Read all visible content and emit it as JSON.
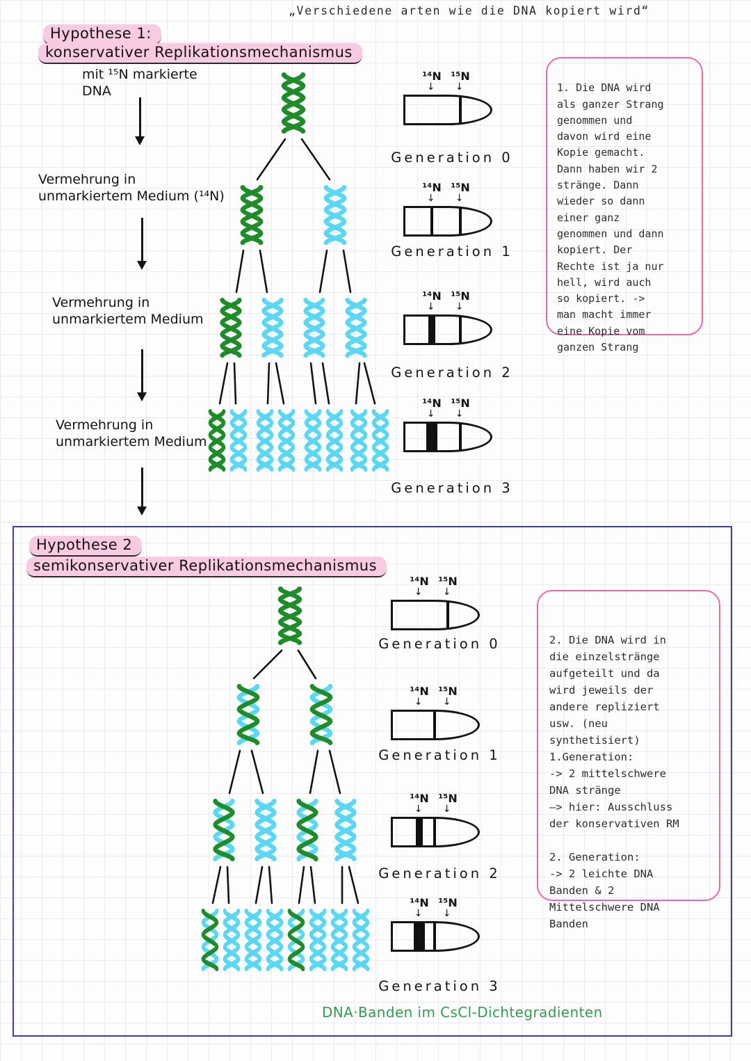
{
  "page_title": "„Verschiedene arten wie die DNA kopiert wird“",
  "tube_labels": {
    "n14": "¹⁴N",
    "n15": "¹⁵N"
  },
  "hyp1": {
    "heading_line1": "Hypothese 1:",
    "heading_line2": "konservativer Replikationsmechanismus",
    "step_labels": [
      "mit ¹⁵N markierte\nDNA",
      "Vermehrung in\nunmarkiertem Medium (¹⁴N)",
      "Vermehrung in\nunmarkiertem Medium",
      "Vermehrung in\nunmarkiertem Medium"
    ],
    "tree": [
      [
        "green"
      ],
      [
        "green",
        "cyan"
      ],
      [
        "green",
        "cyan",
        "cyan",
        "cyan"
      ],
      [
        "green",
        "cyan",
        "cyan",
        "cyan",
        "cyan",
        "cyan",
        "cyan",
        "cyan"
      ]
    ],
    "tubes": [
      {
        "caption": "Generation 0",
        "bands": [
          {
            "pos": "n15",
            "w": "thin"
          }
        ]
      },
      {
        "caption": "Generation 1",
        "bands": [
          {
            "pos": "n14",
            "w": "thin"
          },
          {
            "pos": "n15",
            "w": "thin"
          }
        ]
      },
      {
        "caption": "Generation 2",
        "bands": [
          {
            "pos": "n14",
            "w": "medium"
          },
          {
            "pos": "n15",
            "w": "thin"
          }
        ]
      },
      {
        "caption": "Generation 3",
        "bands": [
          {
            "pos": "n14",
            "w": "thick"
          },
          {
            "pos": "n15",
            "w": "thin"
          }
        ]
      }
    ],
    "note": "1. Die DNA wird\nals ganzer Strang\ngenommen und\ndavon wird eine\nKopie gemacht.\nDann haben wir 2\nstränge. Dann\nwieder so dann\neiner ganz\ngenommen und dann\nkopiert. Der\nRechte ist ja nur\nhell, wird auch\nso kopiert. ->\nman macht immer\neine Kopie vom\nganzen Strang"
  },
  "hyp2": {
    "heading_line1": "Hypothese 2",
    "heading_line2": "semikonservativer Replikationsmechanismus",
    "tree": [
      [
        "green"
      ],
      [
        "hybrid",
        "hybrid"
      ],
      [
        "hybrid",
        "cyan",
        "hybrid",
        "cyan"
      ],
      [
        "hybrid",
        "cyan",
        "cyan",
        "cyan",
        "hybrid",
        "cyan",
        "cyan",
        "cyan"
      ]
    ],
    "tubes": [
      {
        "caption": "Generation 0",
        "bands": [
          {
            "pos": "n15",
            "w": "thin"
          }
        ]
      },
      {
        "caption": "Generation 1",
        "bands": [
          {
            "pos": "mid",
            "w": "thin"
          }
        ]
      },
      {
        "caption": "Generation 2",
        "bands": [
          {
            "pos": "n14",
            "w": "medium"
          },
          {
            "pos": "mid",
            "w": "thin"
          }
        ]
      },
      {
        "caption": "Generation 3",
        "bands": [
          {
            "pos": "n14",
            "w": "thick"
          },
          {
            "pos": "mid",
            "w": "thin"
          }
        ]
      }
    ],
    "note": "2. Die DNA wird in\ndie einzelstränge\naufgeteilt und da\nwird jeweils der\nandere repliziert\nusw. (neu\nsynthetisiert)\n1.Generation:\n-> 2 mittelschwere\nDNA stränge\n—> hier: Ausschluss\nder konservativen RM\n\n2. Generation:\n-> 2 leichte DNA\nBanden & 2\nMittelschwere DNA\nBanden"
  },
  "footer_note": "DNA·Banden im CsCl-Dichtegradienten",
  "colors": {
    "green": "#1e8c28",
    "cyan": "#5bd7f3",
    "highlight_pink": "#f9cbe3",
    "note_border_pink": "#ec66ae",
    "box_border_blue": "#3c3cae",
    "footer_green": "#2f9e50",
    "ink": "#141414"
  }
}
